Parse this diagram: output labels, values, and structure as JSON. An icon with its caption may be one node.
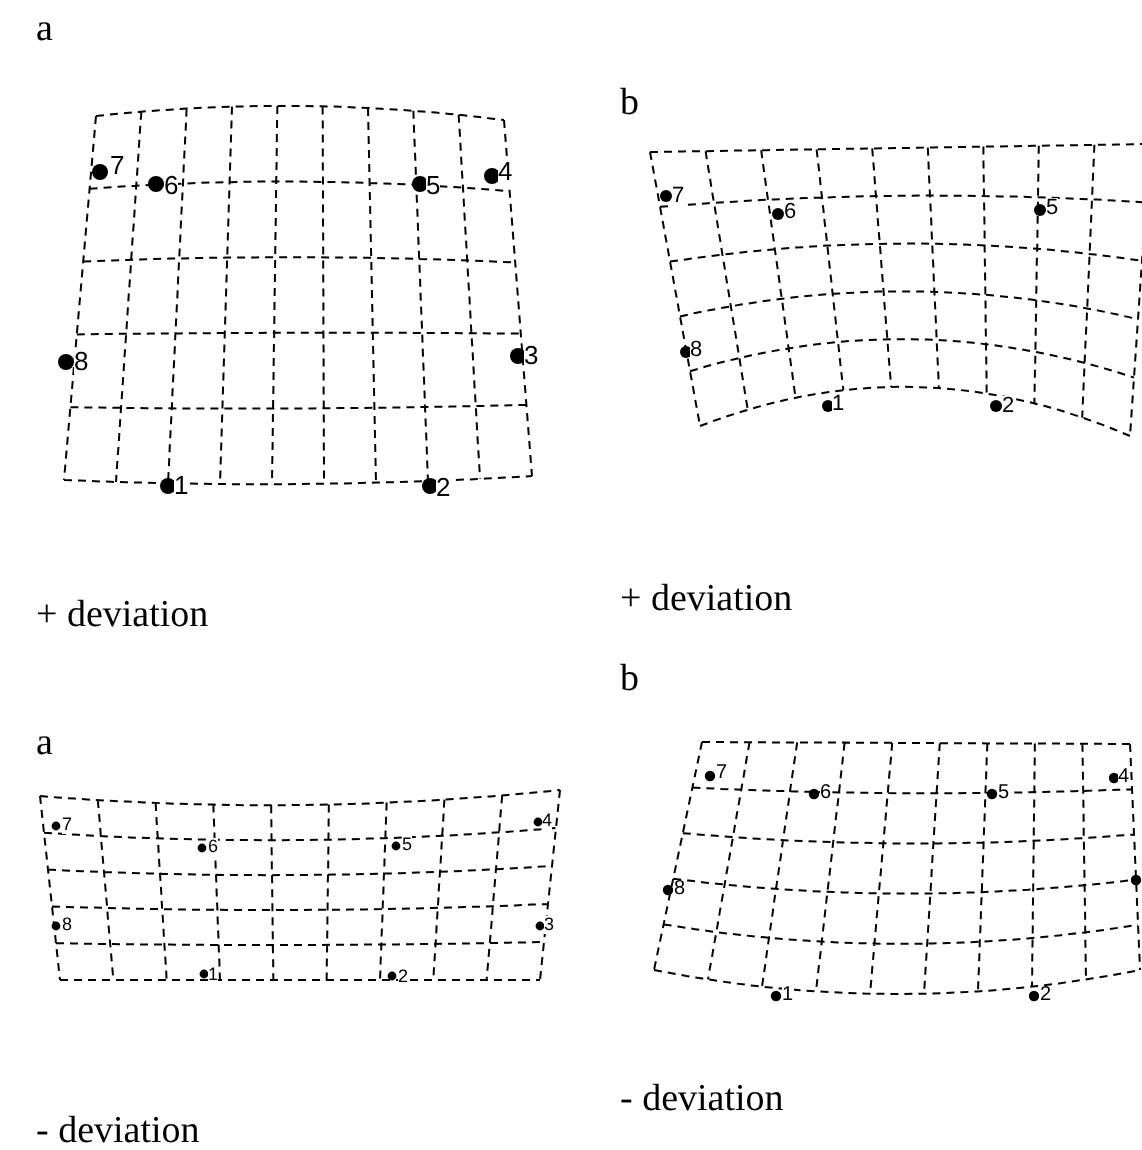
{
  "diagram": {
    "labels": [
      "a",
      "7",
      "6",
      "5",
      "4",
      "8",
      "3",
      "1",
      "2",
      "+ deviation",
      "b",
      "7",
      "6",
      "5",
      "8",
      "1",
      "2",
      "+ deviation",
      "a",
      "7",
      "6",
      "5",
      "4",
      "8",
      "3",
      "1",
      "2",
      "- deviation",
      "b",
      "7",
      "6",
      "5",
      "4",
      "8",
      "1",
      "2",
      "- deviation"
    ]
  }
}
